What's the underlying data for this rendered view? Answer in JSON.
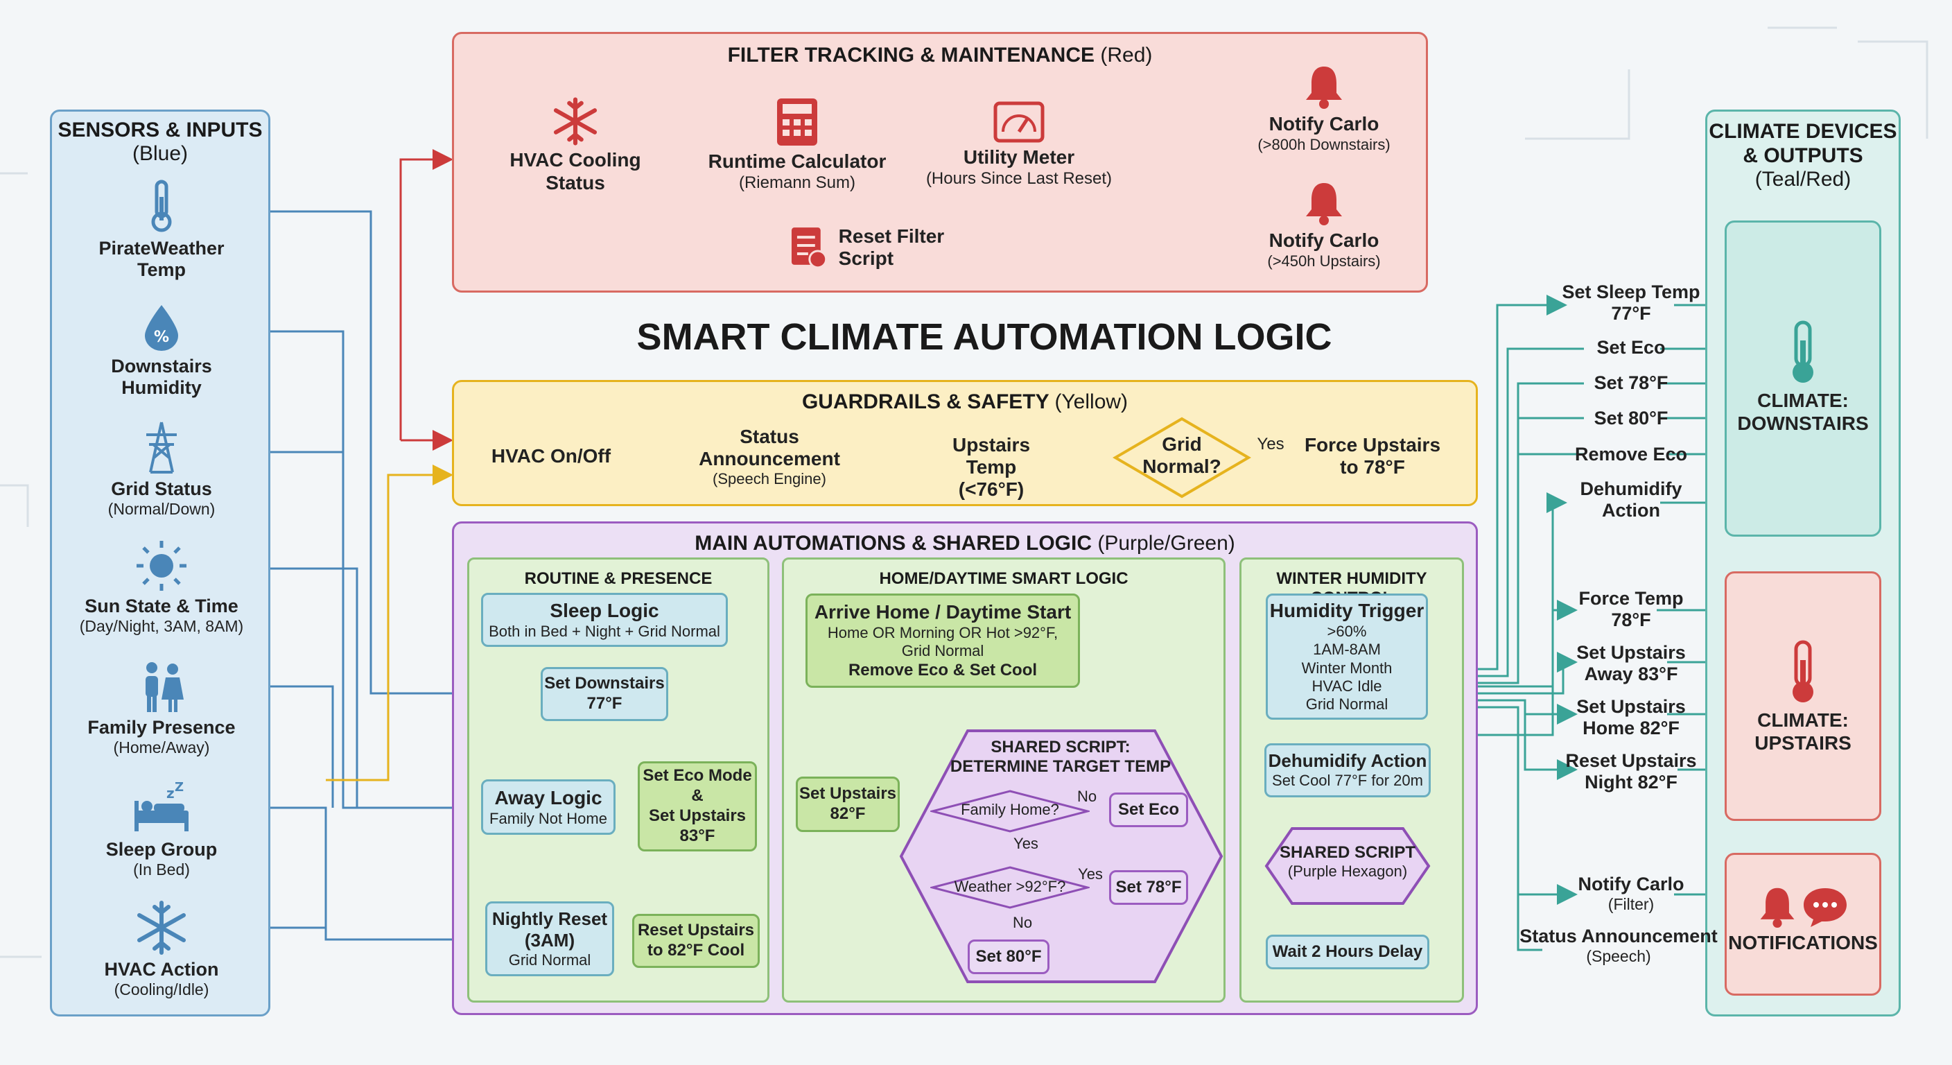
{
  "title": "SMART CLIMATE AUTOMATION LOGIC",
  "colors": {
    "blue": "#4a86b8",
    "red": "#cc3b3b",
    "yellow": "#e6b31e",
    "purple": "#8e4fb5",
    "green": "#6fae4a",
    "teal": "#3aa397"
  },
  "sensors": {
    "title": "SENSORS & INPUTS",
    "subtitle": "(Blue)",
    "items": [
      {
        "name": "PirateWeather",
        "name2": "Temp",
        "sub": "",
        "icon": "thermometer-icon"
      },
      {
        "name": "Downstairs",
        "name2": "Humidity",
        "sub": "",
        "icon": "humidity-drop-icon"
      },
      {
        "name": "Grid Status",
        "name2": "",
        "sub": "(Normal/Down)",
        "icon": "power-tower-icon"
      },
      {
        "name": "Sun State & Time",
        "name2": "",
        "sub": "(Day/Night, 3AM, 8AM)",
        "icon": "sun-icon"
      },
      {
        "name": "Family Presence",
        "name2": "",
        "sub": "(Home/Away)",
        "icon": "family-icon"
      },
      {
        "name": "Sleep Group",
        "name2": "",
        "sub": "(In Bed)",
        "icon": "sleep-bed-icon"
      },
      {
        "name": "HVAC Action",
        "name2": "",
        "sub": "(Cooling/Idle)",
        "icon": "snowflake-icon"
      }
    ]
  },
  "filter": {
    "title": "FILTER TRACKING & MAINTENANCE",
    "subtitle": "(Red)",
    "hvac_status": "HVAC Cooling Status",
    "runtime": {
      "name": "Runtime Calculator",
      "sub": "(Riemann Sum)"
    },
    "meter": {
      "name": "Utility Meter",
      "sub": "(Hours Since Last Reset)"
    },
    "reset": "Reset Filter Script",
    "notify1": {
      "name": "Notify Carlo",
      "sub": "(>800h Downstairs)"
    },
    "notify2": {
      "name": "Notify Carlo",
      "sub": "(>450h Upstairs)"
    }
  },
  "guardrails": {
    "title": "GUARDRAILS & SAFETY",
    "subtitle": "(Yellow)",
    "hvac": "HVAC On/Off",
    "status": {
      "l1": "Status",
      "l2": "Announcement",
      "sub": "(Speech Engine)"
    },
    "upstairs": {
      "l1": "Upstairs Temp",
      "l2": "(<76°F)"
    },
    "grid": {
      "l1": "Grid",
      "l2": "Normal?"
    },
    "yes": "Yes",
    "force": {
      "l1": "Force Upstairs",
      "l2": "to 78°F"
    }
  },
  "main": {
    "title": "MAIN AUTOMATIONS & SHARED LOGIC",
    "subtitle": "(Purple/Green)",
    "routine": {
      "title": "ROUTINE & PRESENCE",
      "sleep": {
        "name": "Sleep Logic",
        "sub": "Both in Bed + Night + Grid Normal"
      },
      "set_down": {
        "l1": "Set Downstairs",
        "l2": "77°F"
      },
      "away": {
        "name": "Away Logic",
        "sub": "Family Not Home"
      },
      "eco": {
        "l1": "Set Eco Mode",
        "l2": "&",
        "l3": "Set Upstairs",
        "l4": "83°F"
      },
      "nightly": {
        "l1": "Nightly Reset",
        "l2": "(3AM)",
        "sub": "Grid Normal"
      },
      "reset_up": {
        "l1": "Reset Upstairs",
        "l2": "to 82°F Cool"
      }
    },
    "home": {
      "title": "HOME/DAYTIME SMART LOGIC",
      "arrive": {
        "name": "Arrive Home / Daytime Start",
        "sub1": "Home OR Morning OR Hot >92°F,",
        "sub2": "Grid Normal",
        "bold": "Remove Eco & Set Cool"
      },
      "set_up": {
        "l1": "Set Upstairs",
        "l2": "82°F"
      },
      "shared": {
        "l1": "SHARED SCRIPT:",
        "l2": "DETERMINE TARGET TEMP"
      },
      "family_q": "Family Home?",
      "no1": "No",
      "yes1": "Yes",
      "set_eco": "Set Eco",
      "weather_q": "Weather >92°F?",
      "yes2": "Yes",
      "no2": "No",
      "set78": "Set 78°F",
      "set80": "Set 80°F"
    },
    "winter": {
      "title": "WINTER HUMIDITY CONTROL",
      "trigger": {
        "name": "Humidity Trigger",
        "lines": [
          ">60%",
          "1AM-8AM",
          "Winter Month",
          "HVAC Idle",
          "Grid Normal"
        ]
      },
      "dehum": {
        "name": "Dehumidify Action",
        "sub": "Set Cool 77°F for 20m"
      },
      "shared": {
        "name": "SHARED SCRIPT",
        "sub": "(Purple Hexagon)"
      },
      "wait": "Wait 2 Hours Delay"
    }
  },
  "outputs": {
    "title1": "CLIMATE DEVICES",
    "title2": "& OUTPUTS",
    "subtitle": "(Teal/Red)",
    "down_label1": "CLIMATE:",
    "down_label2": "DOWNSTAIRS",
    "up_label1": "CLIMATE:",
    "up_label2": "UPSTAIRS",
    "notif_label": "NOTIFICATIONS",
    "actions": [
      {
        "l1": "Set Sleep Temp",
        "l2": "77°F"
      },
      {
        "l1": "Set Eco",
        "l2": ""
      },
      {
        "l1": "Set 78°F",
        "l2": ""
      },
      {
        "l1": "Set 80°F",
        "l2": ""
      },
      {
        "l1": "Remove Eco",
        "l2": ""
      },
      {
        "l1": "Dehumidify",
        "l2": "Action"
      },
      {
        "l1": "Force Temp",
        "l2": "78°F"
      },
      {
        "l1": "Set Upstairs",
        "l2": "Away 83°F"
      },
      {
        "l1": "Set Upstairs",
        "l2": "Home 82°F"
      },
      {
        "l1": "Reset Upstairs",
        "l2": "Night 82°F"
      }
    ],
    "notify": {
      "name": "Notify Carlo",
      "sub": "(Filter)"
    },
    "status": {
      "name": "Status Announcement",
      "sub": "(Speech)"
    }
  }
}
